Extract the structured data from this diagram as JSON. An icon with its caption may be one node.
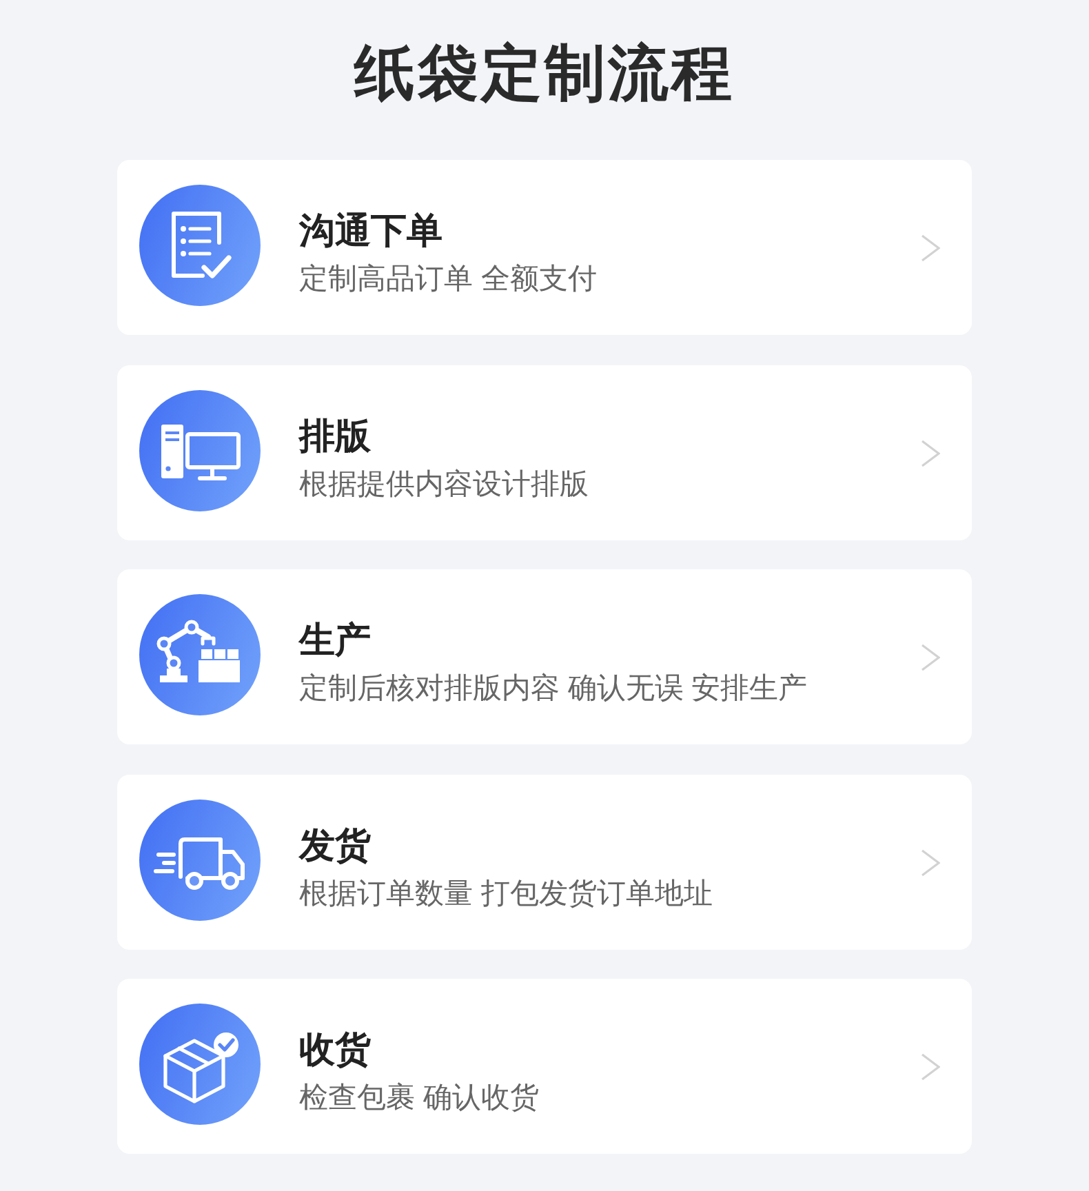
{
  "diagram": {
    "title": "纸袋定制流程",
    "nodes": [
      {
        "text": [
          "沟通下单",
          "定制高品订单 全额支付"
        ]
      },
      {
        "text": [
          "排版",
          "根据提供内容设计排版"
        ]
      },
      {
        "text": [
          "生产",
          "定制后核对排版内容 确认无误 安排生产"
        ]
      },
      {
        "text": [
          "发货",
          "根据订单数量 打包发货订单地址"
        ]
      },
      {
        "text": [
          "收货",
          "检查包裹 确认收货"
        ]
      }
    ]
  }
}
